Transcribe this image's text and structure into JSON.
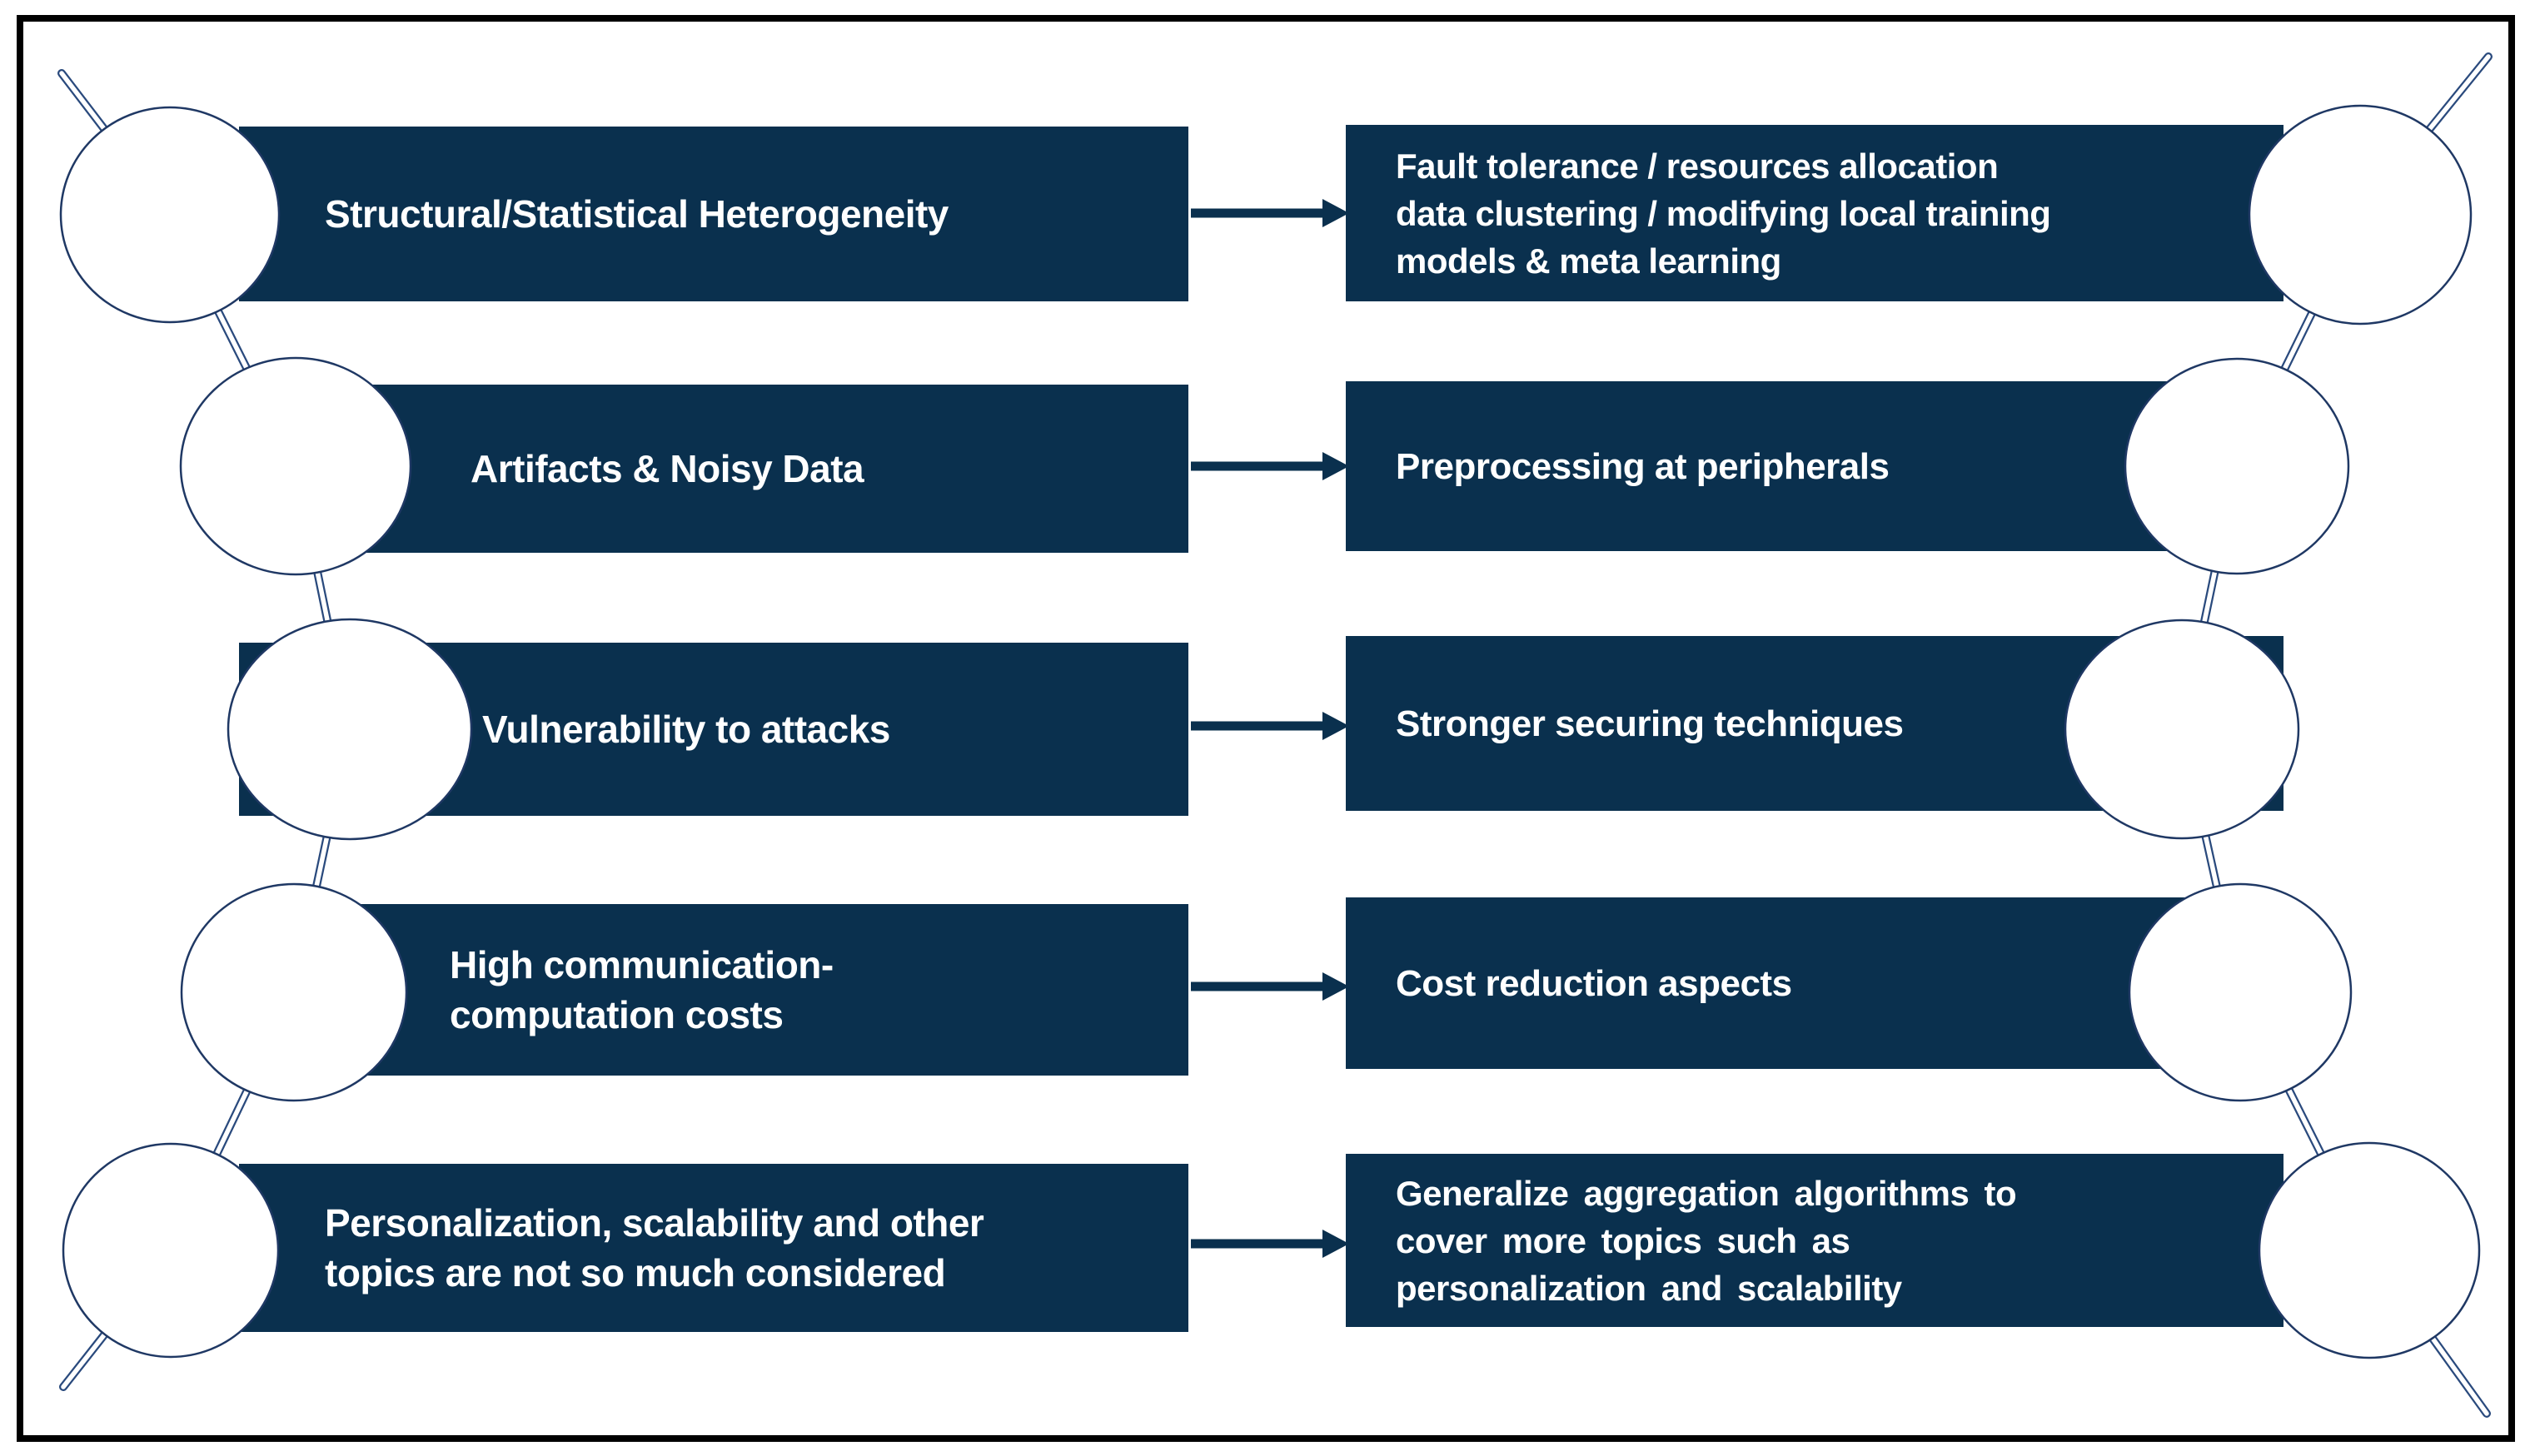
{
  "title": "Federated learning challenges mapped to solutions",
  "colors": {
    "box_fill": "#0a304e",
    "text": "#ffffff",
    "circle_stroke": "#1f3864",
    "connector": "#2a4a7d",
    "frame_border": "#000000",
    "background": "#ffffff"
  },
  "rows": [
    {
      "challenge": {
        "lines": [
          "Structural/Statistical Heterogeneity"
        ]
      },
      "solution": {
        "lines": [
          "Fault tolerance / resources allocation",
          "data clustering / modifying local training",
          "models &  meta learning"
        ]
      }
    },
    {
      "challenge": {
        "lines": [
          "Artifacts & Noisy Data"
        ]
      },
      "solution": {
        "lines": [
          "Preprocessing at peripherals"
        ]
      }
    },
    {
      "challenge": {
        "lines": [
          "Vulnerability to attacks"
        ]
      },
      "solution": {
        "lines": [
          "Stronger securing techniques"
        ]
      }
    },
    {
      "challenge": {
        "lines": [
          "High communication-",
          "computation costs"
        ]
      },
      "solution": {
        "lines": [
          "Cost reduction aspects"
        ]
      }
    },
    {
      "challenge": {
        "lines": [
          "Personalization, scalability and other",
          "topics are not so much considered"
        ]
      },
      "solution": {
        "lines": [
          "Generalize aggregation algorithms to",
          "cover more topics such as",
          "personalization and scalability"
        ]
      }
    }
  ],
  "icons": {
    "arrow": "right-arrow-icon",
    "node": "chain-node-circle",
    "link": "chain-link-rod"
  }
}
